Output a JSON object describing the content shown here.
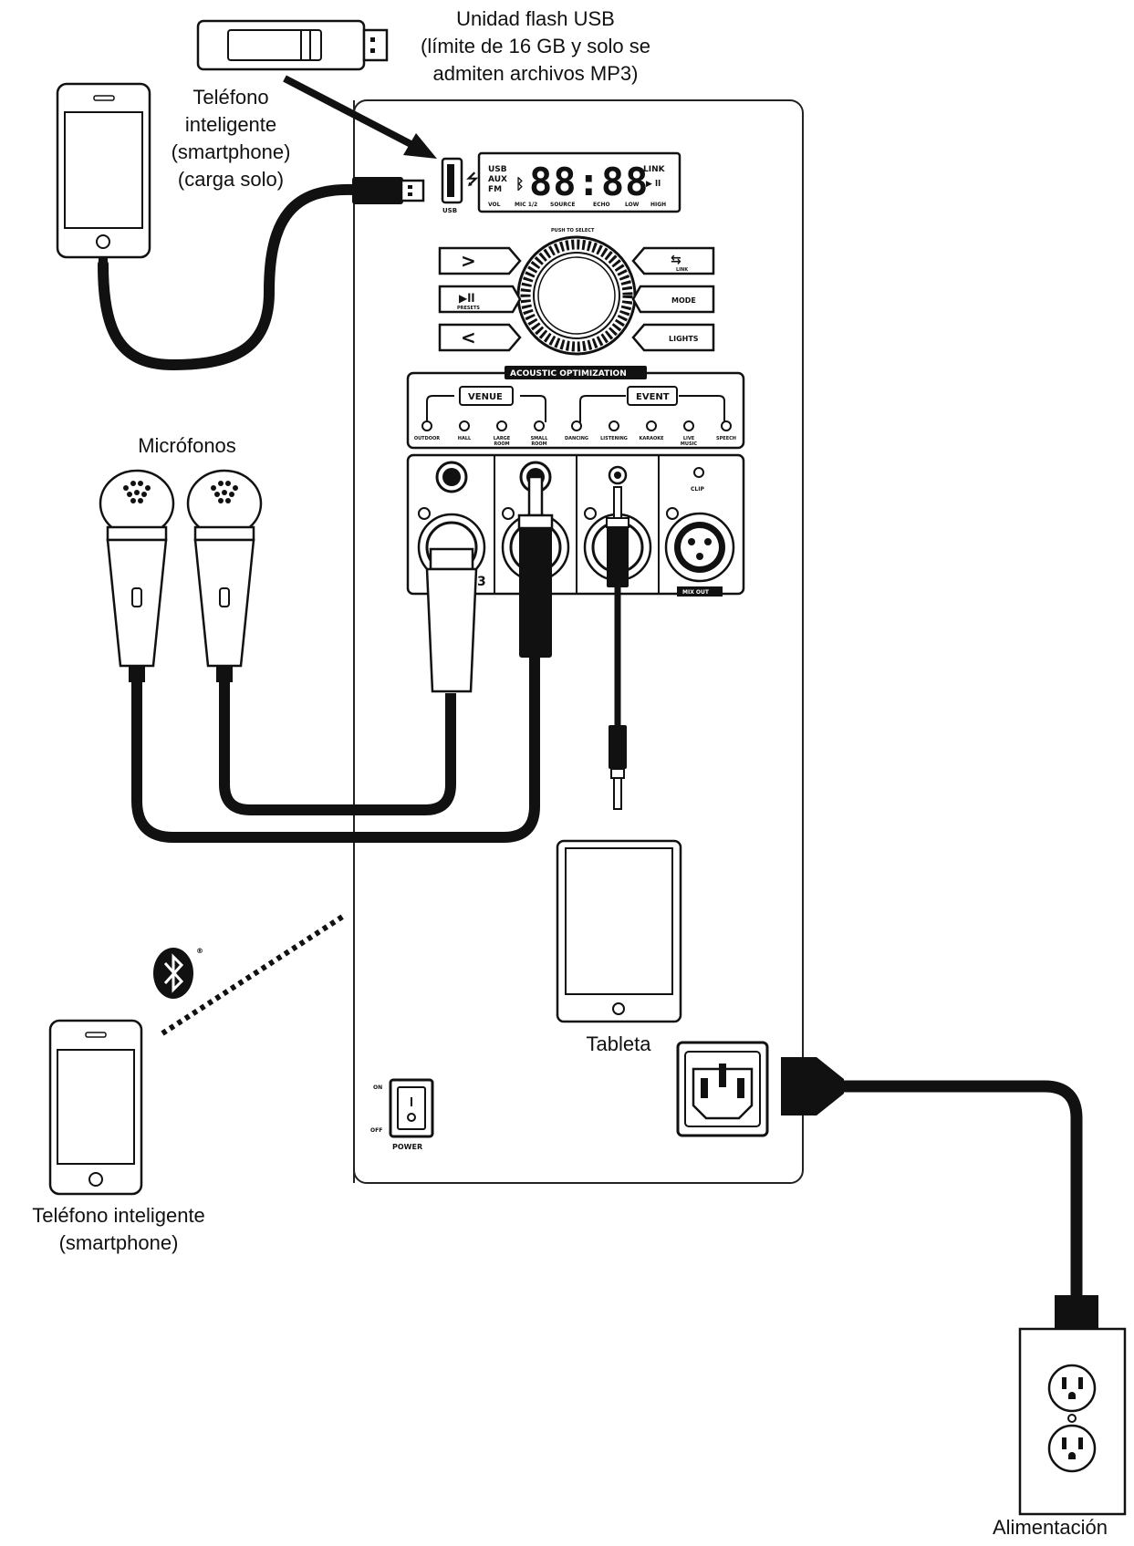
{
  "labels": {
    "usb_flash": [
      "Unidad flash USB",
      "(límite de 16 GB y solo se",
      "admiten archivos MP3)"
    ],
    "phone_charge": [
      "Teléfono",
      "inteligente",
      "(smartphone)",
      "(carga solo)"
    ],
    "microphones": "Micrófonos",
    "tablet": "Tableta",
    "phone_bluetooth": [
      "Teléfono inteligente",
      "(smartphone)"
    ],
    "power": "Alimentación"
  },
  "panel": {
    "display": {
      "digits": "88:88",
      "left_indicators": [
        "USB",
        "AUX",
        "FM"
      ],
      "right_indicators": [
        "LINK",
        "▶ ll"
      ],
      "bottom_labels": [
        "VOL",
        "MIC 1/2",
        "SOURCE",
        "ECHO",
        "LOW",
        "HIGH"
      ],
      "usb_port_label": "USB"
    },
    "knob_label": "PUSH TO SELECT",
    "buttons": {
      "next": ">",
      "play_pause": "▶ll",
      "presets": "PRESETS",
      "prev": "<",
      "link_symbol": "⇆",
      "link": "LINK",
      "mode": "MODE",
      "lights": "LIGHTS"
    },
    "acoustic": {
      "title": "ACOUSTIC OPTIMIZATION",
      "venue": "VENUE",
      "event": "EVENT",
      "options": [
        "OUTDOOR",
        "HALL",
        "LARGE ROOM",
        "SMALL ROOM",
        "DANCING",
        "LISTENING",
        "KARAOKE",
        "LIVE MUSIC",
        "SPEECH"
      ]
    },
    "io": {
      "clip": "CLIP",
      "mix_out": "MIX OUT",
      "input_label": "3"
    },
    "power_switch": {
      "on": "ON",
      "off": "OFF",
      "label": "POWER"
    }
  },
  "bluetooth_icon": "bluetooth-icon",
  "colors": {
    "ink": "#111111",
    "background": "#ffffff"
  }
}
